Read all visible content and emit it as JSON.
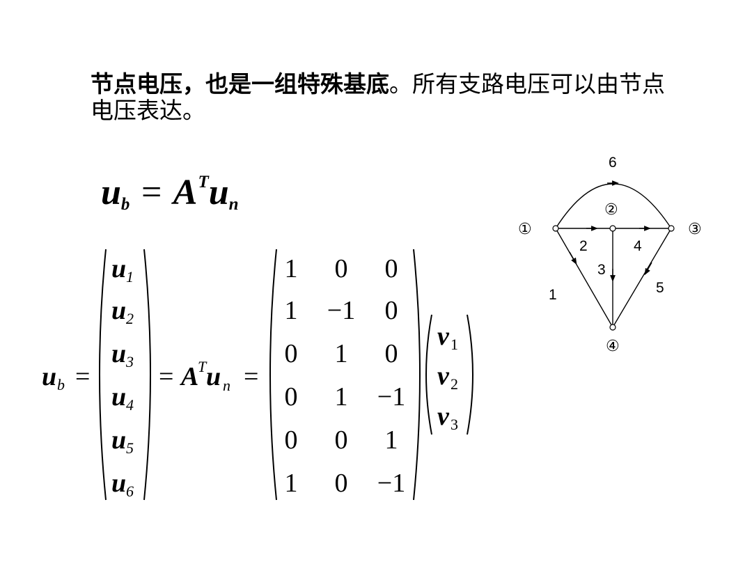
{
  "statement": {
    "bold": "节点电压，也是一组特殊基底",
    "normal": "。所有支路电压可以由节点电压表达。"
  },
  "equation_short": {
    "lhs_var": "u",
    "lhs_sub": "b",
    "equals": "=",
    "matrix": "A",
    "sup": "T",
    "rhs_var": "u",
    "rhs_sub": "n"
  },
  "equation_full": {
    "lhs": {
      "var": "u",
      "sub": "b"
    },
    "ub_vector": [
      {
        "var": "u",
        "sub": "1"
      },
      {
        "var": "u",
        "sub": "2"
      },
      {
        "var": "u",
        "sub": "3"
      },
      {
        "var": "u",
        "sub": "4"
      },
      {
        "var": "u",
        "sub": "5"
      },
      {
        "var": "u",
        "sub": "6"
      }
    ],
    "middle": {
      "matrix": "A",
      "sup": "T",
      "var": "u",
      "sub": "n"
    },
    "AT_matrix": [
      [
        "1",
        "0",
        "0"
      ],
      [
        "1",
        "−1",
        "0"
      ],
      [
        "0",
        "1",
        "0"
      ],
      [
        "0",
        "1",
        "−1"
      ],
      [
        "0",
        "0",
        "1"
      ],
      [
        "1",
        "0",
        "−1"
      ]
    ],
    "v_vector": [
      {
        "var": "v",
        "sub": "1"
      },
      {
        "var": "v",
        "sub": "2"
      },
      {
        "var": "v",
        "sub": "3"
      }
    ],
    "equals": "="
  },
  "graph": {
    "nodes": [
      {
        "id": "1",
        "label": "①"
      },
      {
        "id": "2",
        "label": "②"
      },
      {
        "id": "3",
        "label": "③"
      },
      {
        "id": "4",
        "label": "④"
      }
    ],
    "edges": [
      {
        "id": "1",
        "label": "1",
        "from": "1",
        "to": "4"
      },
      {
        "id": "2",
        "label": "2",
        "from": "1",
        "to": "2"
      },
      {
        "id": "3",
        "label": "3",
        "from": "2",
        "to": "4"
      },
      {
        "id": "4",
        "label": "4",
        "from": "2",
        "to": "3"
      },
      {
        "id": "5",
        "label": "5",
        "from": "3",
        "to": "4"
      },
      {
        "id": "6",
        "label": "6",
        "from": "1",
        "to": "3"
      }
    ]
  }
}
